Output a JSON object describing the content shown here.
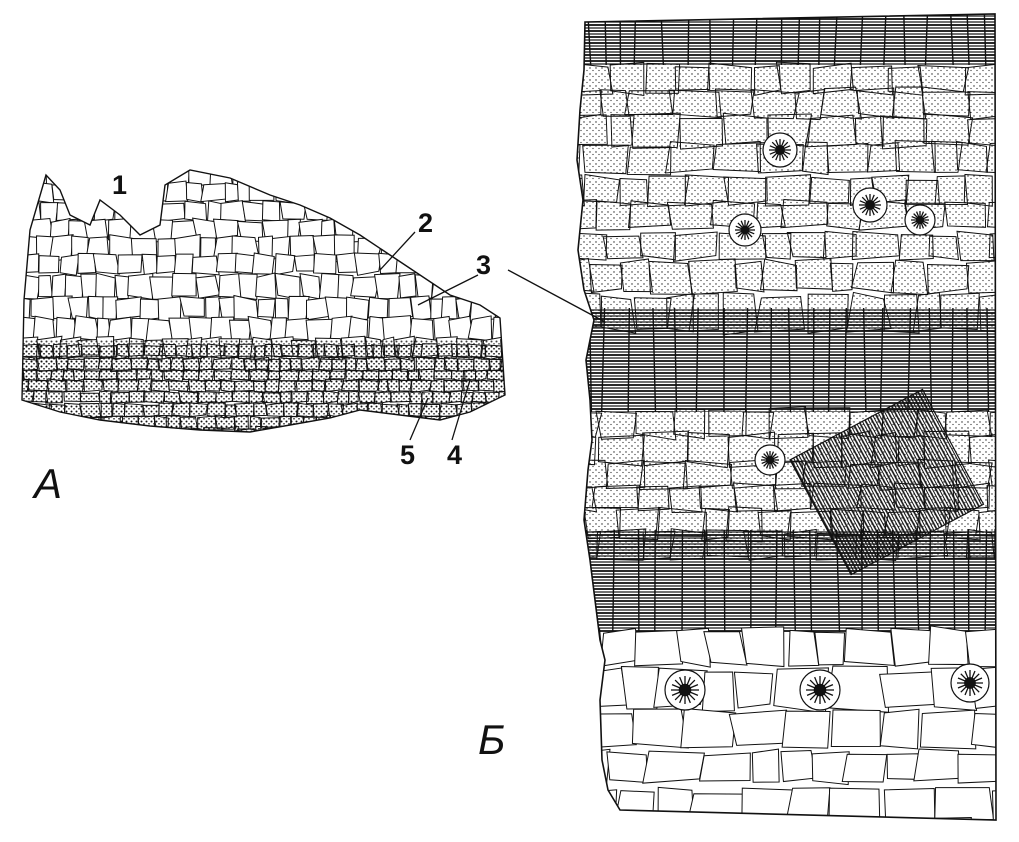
{
  "figure": {
    "panel_a_label": "А",
    "panel_b_label": "Б",
    "callouts": [
      "1",
      "2",
      "3",
      "4",
      "5"
    ]
  },
  "colors": {
    "ink": "#111111",
    "paper": "#ffffff"
  }
}
